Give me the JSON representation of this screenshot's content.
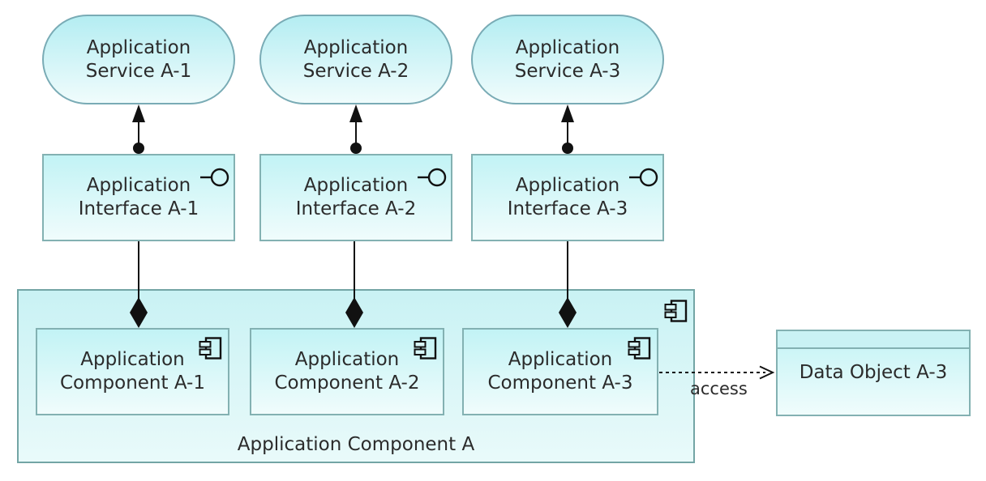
{
  "colors": {
    "text": "#2b2b2b",
    "node_border": "#83b1b2",
    "service_border": "#79abb5",
    "container_border": "#73a5a5",
    "fill_top": "#c2f3f5",
    "fill_bottom": "#f0fcfc",
    "service_fill_top": "#b4edf2",
    "container_fill_top": "#c9f2f4",
    "container_fill_bottom": "#e9fafa",
    "connector": "#111111"
  },
  "nodes": {
    "services": [
      {
        "lines": [
          "Application",
          "Service A-1"
        ]
      },
      {
        "lines": [
          "Application",
          "Service A-2"
        ]
      },
      {
        "lines": [
          "Application",
          "Service A-3"
        ]
      }
    ],
    "interfaces": [
      {
        "lines": [
          "Application",
          "Interface A-1"
        ],
        "icon": "lollipop-interface-icon"
      },
      {
        "lines": [
          "Application",
          "Interface A-2"
        ],
        "icon": "lollipop-interface-icon"
      },
      {
        "lines": [
          "Application",
          "Interface A-3"
        ],
        "icon": "lollipop-interface-icon"
      }
    ],
    "components": [
      {
        "lines": [
          "Application",
          "Component A-1"
        ],
        "icon": "uml-component-icon"
      },
      {
        "lines": [
          "Application",
          "Component A-2"
        ],
        "icon": "uml-component-icon"
      },
      {
        "lines": [
          "Application",
          "Component A-3"
        ],
        "icon": "uml-component-icon"
      }
    ],
    "container": {
      "label": "Application Component A",
      "icon": "uml-component-icon"
    },
    "data_object": {
      "label": "Data Object A-3"
    }
  },
  "relations": {
    "assignment": "ball-and-arrow",
    "composition": "filled-diamond",
    "access_label": "access"
  }
}
